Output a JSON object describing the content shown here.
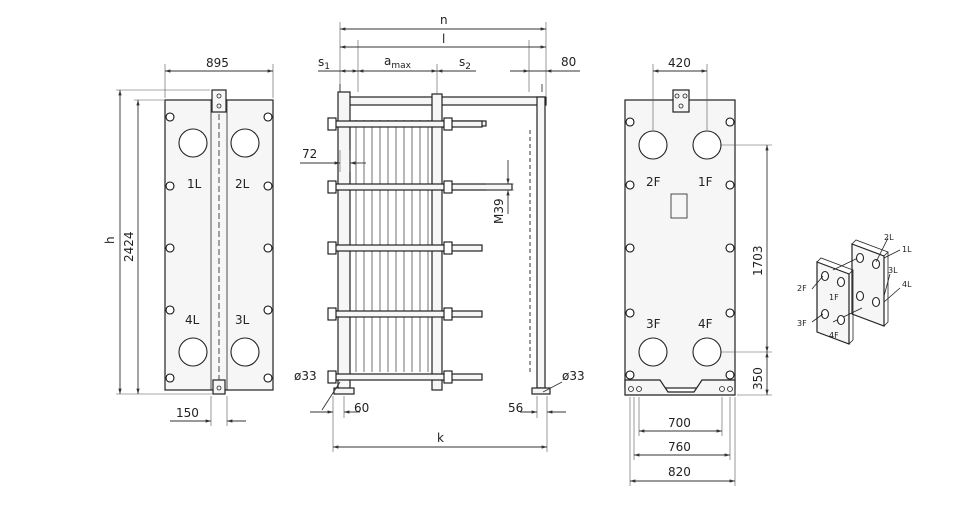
{
  "front_view": {
    "labels": {
      "width": "895",
      "height_symbol": "h",
      "height": "2424",
      "base_offset": "150",
      "port_1": "1L",
      "port_2": "2L",
      "port_3": "3L",
      "port_4": "4L"
    }
  },
  "side_view": {
    "labels": {
      "overall": "n",
      "frame": "l",
      "s1": "s",
      "s1_sub": "1",
      "amax": "a",
      "amax_sub": "max",
      "s2": "s",
      "s2_sub": "2",
      "end_offset": "80",
      "bolt_pitch": "72",
      "thread": "M39",
      "hole_left": "ø33",
      "hole_right": "ø33",
      "foot_left": "60",
      "foot_right": "56",
      "base_length": "k"
    }
  },
  "rear_view": {
    "labels": {
      "top_width": "420",
      "port_1": "2F",
      "port_2": "1F",
      "port_3": "3F",
      "port_4": "4F",
      "vertical_port_distance": "1703",
      "port_height": "350",
      "base_700": "700",
      "base_760": "760",
      "base_820": "820"
    }
  },
  "iso_view": {
    "labels": {
      "l2": "2L",
      "l1": "1L",
      "l3": "3L",
      "l4": "4L",
      "f2": "2F",
      "f1": "1F",
      "f3": "3F",
      "f4": "4F"
    }
  }
}
